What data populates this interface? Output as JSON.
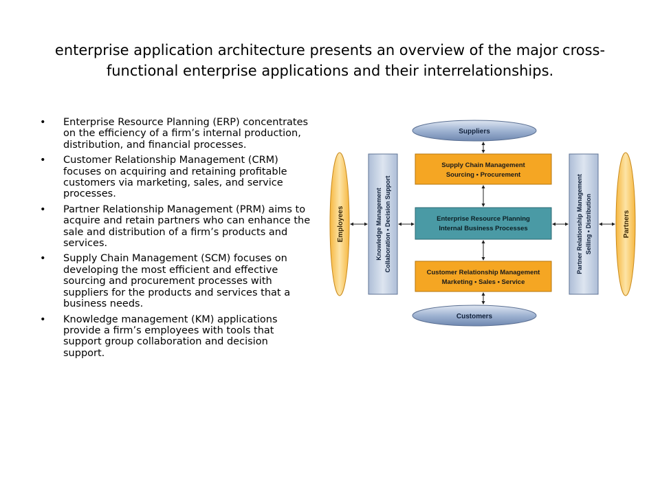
{
  "slide": {
    "title": "enterprise application architecture presents an overview of the major cross-functional enterprise applications and their interrelationships."
  },
  "bullets": [
    "Enterprise Resource Planning (ERP) concentrates on the efficiency of a firm’s internal production, distribution, and financial processes.",
    "Customer Relationship Management (CRM) focuses on acquiring and retaining profitable customers via marketing, sales, and service processes.",
    "Partner Relationship Management (PRM) aims to acquire and retain partners who can enhance the sale and distribution of a firm’s products and services.",
    "Supply Chain Management (SCM) focuses on developing the most efficient and effective sourcing and procurement processes with suppliers for the products and services that a business needs.",
    "Knowledge management (KM) applications provide a firm’s employees with tools that support group collaboration and decision support."
  ],
  "diagram": {
    "suppliers": "Suppliers",
    "customers": "Customers",
    "employees": "Employees",
    "partners": "Partners",
    "scm": {
      "line1": "Supply Chain Management",
      "line2": "Sourcing • Procurement"
    },
    "erp": {
      "line1": "Enterprise Resource Planning",
      "line2": "Internal Business Processes"
    },
    "crm": {
      "line1": "Customer Relationship Management",
      "line2": "Marketing • Sales • Service"
    },
    "km": {
      "line1": "Knowledge Management",
      "line2": "Collaboration • Decision Support"
    },
    "prm": {
      "line1": "Partner Relationship Management",
      "line2": "Selling • Distribution"
    },
    "colors": {
      "ellipse": "#8ba3c7",
      "orange_box": "#f5a623",
      "teal_box": "#4a9aa5",
      "side_panel": "#c2cfe2",
      "employees_partners": "#f6b740"
    }
  }
}
